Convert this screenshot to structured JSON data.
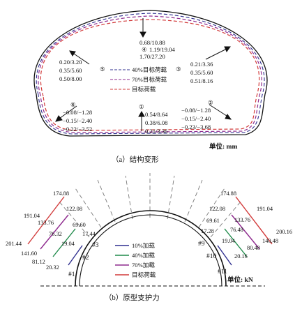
{
  "colors": {
    "blue": "#2f2f8f",
    "purple": "#8e2a8e",
    "red": "#d23a3a",
    "green": "#1f8a4a",
    "black": "#111111",
    "gray": "#7a7a7a"
  },
  "top": {
    "caption": "（a）结构变形",
    "unit": "单位: mm",
    "legend": [
      {
        "label": "40%目标荷载",
        "color": "#2f2f8f"
      },
      {
        "label": "70%目标荷载",
        "color": "#8e2a8e"
      },
      {
        "label": "目标荷载",
        "color": "#d23a3a"
      }
    ],
    "points": [
      {
        "id": "④",
        "values": [
          "0.68/10.88",
          "1.19/19.04",
          "1.70/27.20"
        ]
      },
      {
        "id": "⑤",
        "values": [
          "0.20/3.20",
          "0.35/5.60",
          "0.50/8.00"
        ]
      },
      {
        "id": "③",
        "values": [
          "0.21/3.36",
          "0.35/5.60",
          "0.51/8.16"
        ]
      },
      {
        "id": "⑥",
        "values": [
          "−0.08/−1.28",
          "−0.15/−2.40",
          "−0.22/−3.52"
        ]
      },
      {
        "id": "①",
        "values": [
          "0.54/8.64",
          "0.38/6.08",
          "0.21/3.36"
        ]
      },
      {
        "id": "②",
        "values": [
          "−0.08/−1.28",
          "−0.15/−2.40",
          "−0.23/−3.68"
        ]
      }
    ]
  },
  "bottom": {
    "caption": "（b）原型支护力",
    "unit": "单位: kN",
    "legend": [
      {
        "label": "10%加载",
        "color": "#2f2f8f"
      },
      {
        "label": "40%加载",
        "color": "#1f8a4a"
      },
      {
        "label": "70%加载",
        "color": "#8e2a8e"
      },
      {
        "label": "目标荷载",
        "color": "#d23a3a"
      }
    ],
    "left_values": {
      "red": [
        "174.88",
        "191.04",
        "201.44"
      ],
      "purple": [
        "122.08",
        "133.76",
        "141.60"
      ],
      "green": [
        "69.60",
        "76.32",
        "81.12"
      ],
      "blue": [
        "17.44",
        "19.04",
        "20.32"
      ]
    },
    "right_values": {
      "red": [
        "174.88",
        "191.04",
        "200.16"
      ],
      "purple": [
        "122.08",
        "133.76",
        "140.48"
      ],
      "green": [
        "69.61",
        "76.48",
        "80.48"
      ],
      "blue": [
        "17.28",
        "19.04",
        "20.16"
      ]
    },
    "anchors": [
      "#1",
      "#2",
      "#3",
      "#9",
      "#10",
      "#11"
    ]
  }
}
